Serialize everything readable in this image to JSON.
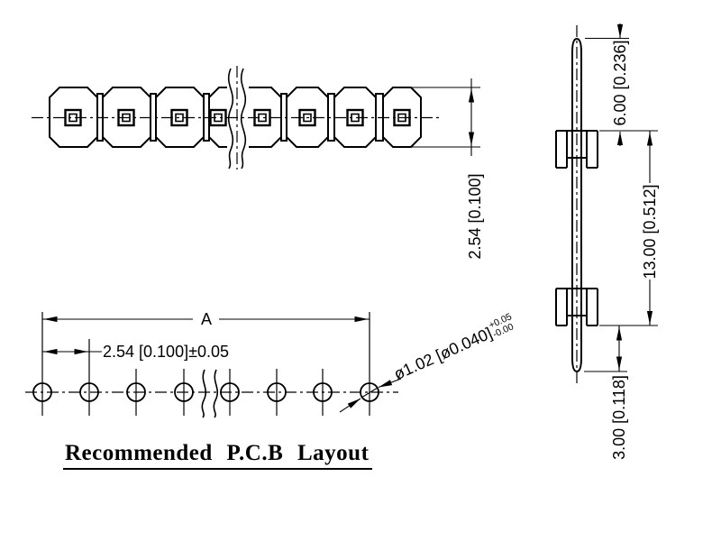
{
  "colors": {
    "ink": "#000000",
    "background": "#ffffff"
  },
  "top_view": {
    "pitch_dim": "2.54 [0.100]"
  },
  "side_view": {
    "top_length_dim": "6.00 [0.236]",
    "mid_length_dim": "13.00 [0.512]",
    "bottom_length_dim": "3.00 [0.118]"
  },
  "pcb_layout": {
    "title": "Recommended P.C.B Layout",
    "overall_width_dim": "A",
    "hole_pitch_dim": "2.54 [0.100]±0.05",
    "hole_diameter_dim": "ø1.02 [ø0.040]",
    "hole_diameter_tol_plus": "+0.05",
    "hole_diameter_tol_minus": "-0.00"
  }
}
